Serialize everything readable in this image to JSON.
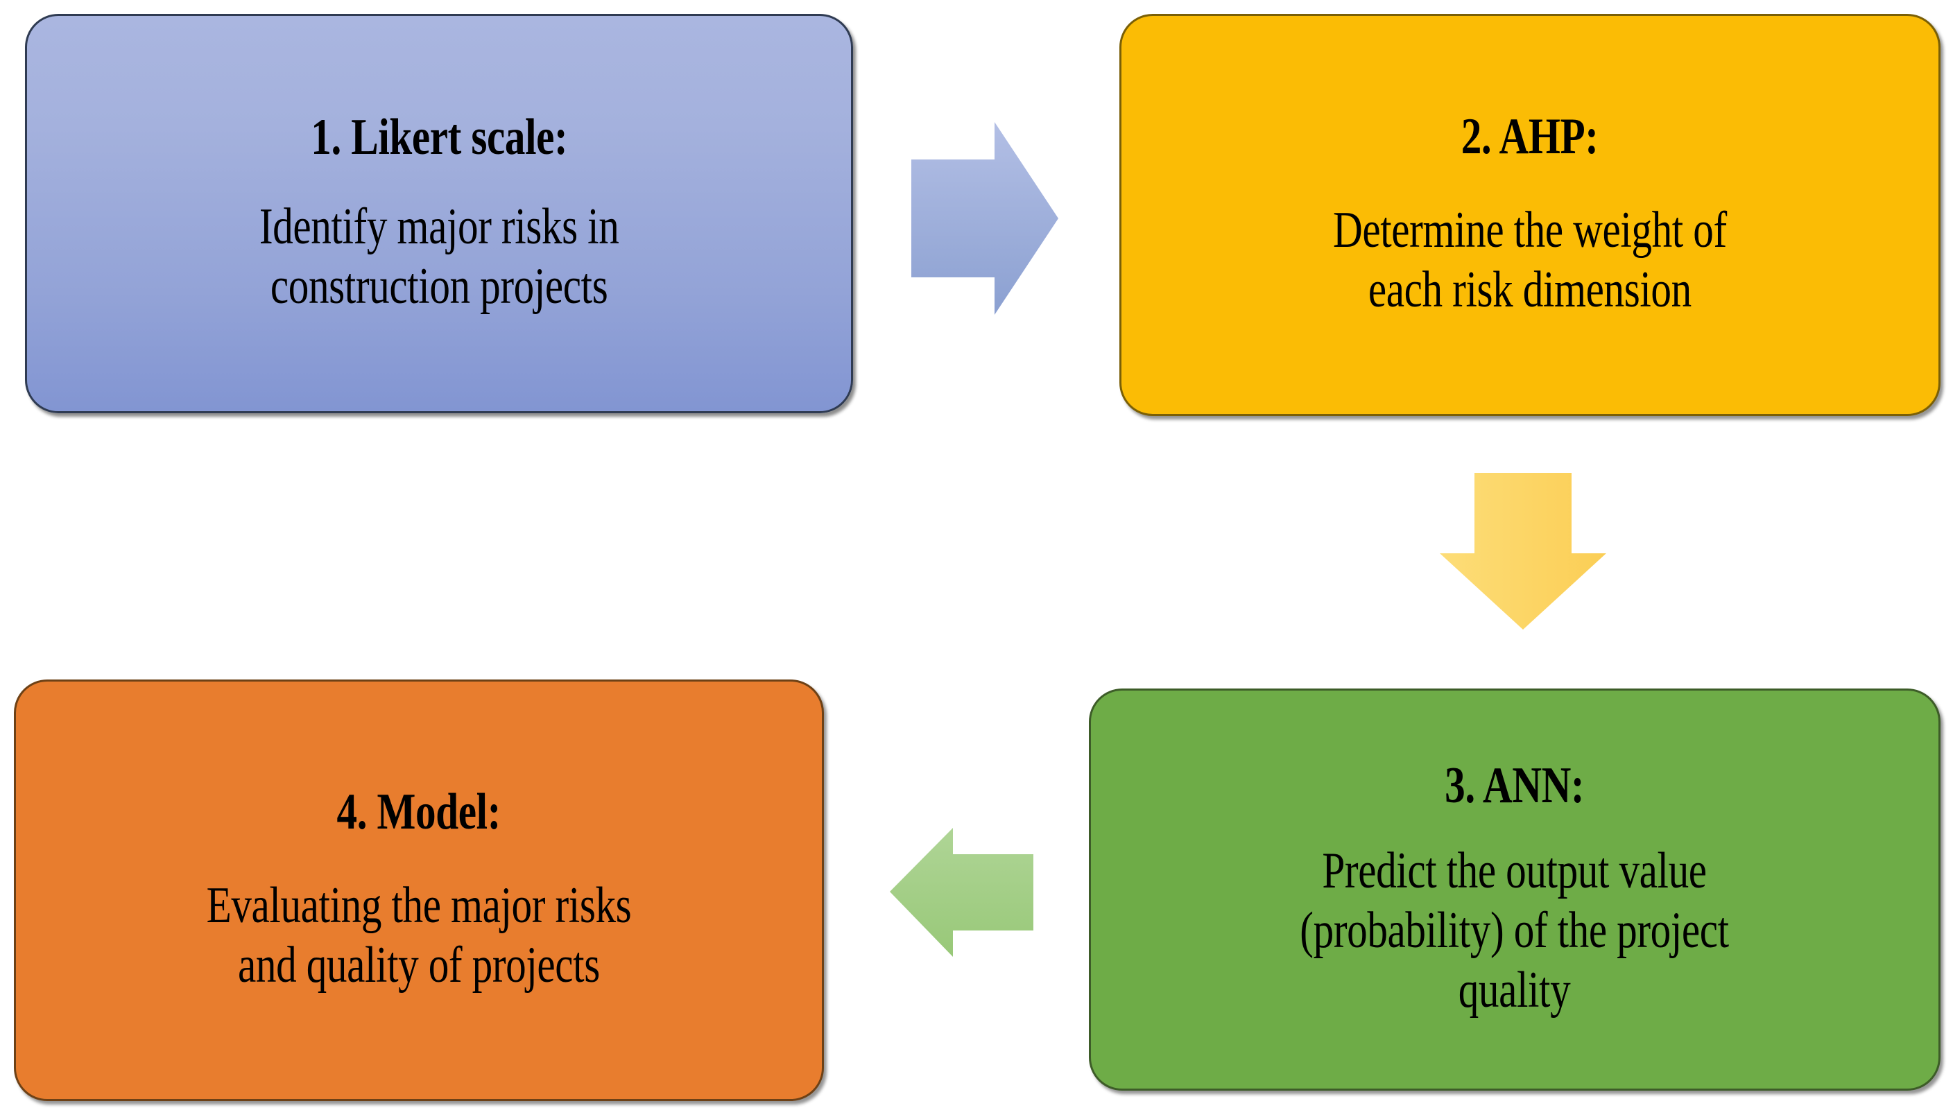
{
  "diagram": {
    "type": "flowchart",
    "title": "Four-step research methodology flowchart",
    "nodes": [
      {
        "id": "likert",
        "step": "1",
        "title": "1. Likert scale:",
        "body": "Identify major risks in\nconstruction projects",
        "fill": "#A4B1DD",
        "fill_bottom": "#8295D2",
        "border": "#2F3B52"
      },
      {
        "id": "ahp",
        "step": "2",
        "title": "2. AHP:",
        "body": "Determine the weight of\neach risk dimension",
        "fill": "#FBBC05",
        "border": "#7A5F06"
      },
      {
        "id": "ann",
        "step": "3",
        "title": "3. ANN:",
        "body": "Predict the output value\n(probability) of the project\nquality",
        "fill": "#6EAC47",
        "border": "#3D5C28"
      },
      {
        "id": "model",
        "step": "4",
        "title": "4. Model:",
        "body": "Evaluating the major risks\nand quality of projects",
        "fill": "#E87D2E",
        "border": "#6D4116"
      }
    ],
    "arrows": [
      {
        "id": "likert-to-ahp",
        "icon": "arrow-right-icon",
        "direction": "right",
        "from": "likert",
        "to": "ahp",
        "fill_start": "#AEBBE2",
        "fill_end": "#8FA2D2"
      },
      {
        "id": "ahp-to-ann",
        "icon": "arrow-down-icon",
        "direction": "down",
        "from": "ahp",
        "to": "ann",
        "fill_start": "#FDDC72",
        "fill_end": "#FBD05A"
      },
      {
        "id": "ann-to-model",
        "icon": "arrow-left-icon",
        "direction": "left",
        "from": "ann",
        "to": "model",
        "fill_start": "#A9D18E",
        "fill_end": "#9CCB7E"
      }
    ]
  }
}
